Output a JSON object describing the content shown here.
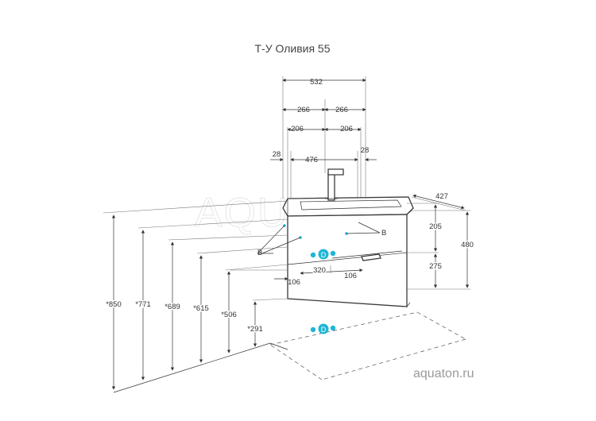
{
  "title": "Т-У Оливия 55",
  "brand_url": "aquaton.ru",
  "watermark": "AQUATON",
  "colors": {
    "line": "#333333",
    "connector": "#1fb6d6",
    "brand_text": "#9a9a9a"
  },
  "dims_top": {
    "overall": "532",
    "half_left": "266",
    "half_right": "266",
    "inner_left": "206",
    "inner_right": "206",
    "width_inner": "476",
    "offset_left": "28",
    "offset_right": "28"
  },
  "dims_right": {
    "depth": "427",
    "upper": "205",
    "lower": "275",
    "height": "480"
  },
  "dims_front": {
    "left_offset": "106",
    "center": "320",
    "right_offset": "106"
  },
  "dims_left": {
    "h850": "*850",
    "h771": "*771",
    "h689": "*689",
    "h615": "*615",
    "h506": "*506",
    "h291": "*291"
  },
  "labels": {
    "b_left": "B",
    "b_right": "B",
    "d_upper": "D",
    "d_lower": "D"
  }
}
